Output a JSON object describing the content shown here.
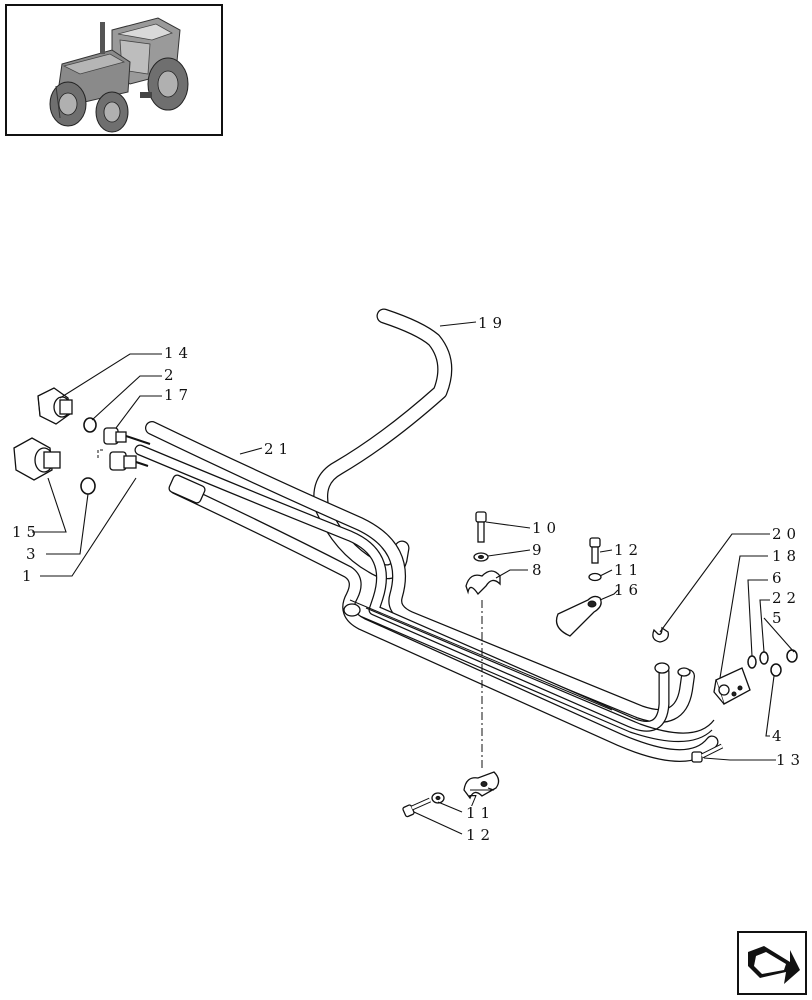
{
  "callouts": {
    "c1": "1",
    "c2": "2",
    "c3": "3",
    "c4": "4",
    "c5": "5",
    "c6": "6",
    "c7": "7",
    "c8": "8",
    "c9": "9",
    "c10": "10",
    "c11a": "11",
    "c11b": "11",
    "c12a": "12",
    "c12b": "12",
    "c13": "13",
    "c14": "14",
    "c15": "15",
    "c16": "16",
    "c17": "17",
    "c18": "18",
    "c19": "19",
    "c20": "20",
    "c21": "21",
    "c22": "22"
  },
  "icons": {
    "thumbnail": "tractor-thumbnail-icon",
    "navigation": "next-page-arrow-icon"
  }
}
